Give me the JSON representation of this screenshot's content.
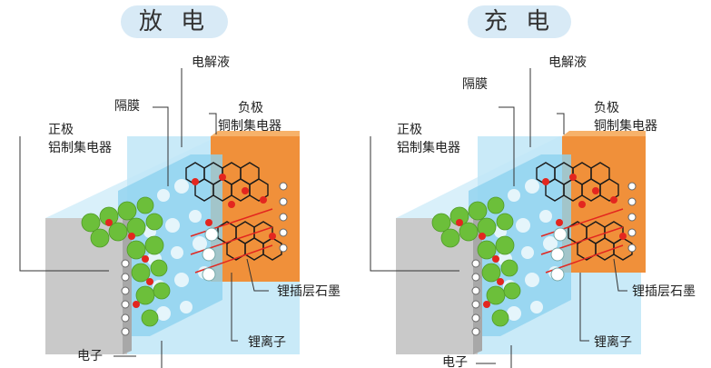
{
  "panels": [
    {
      "title": "放 电",
      "labels": {
        "electrolyte": "电解液",
        "separator": "隔膜",
        "negative_line1": "负极",
        "negative_line2": "铜制集电器",
        "positive_line1": "正极",
        "positive_line2": "铝制集电器",
        "graphite": "锂插层石墨",
        "lithium_ion": "锂离子",
        "electron": "电子"
      }
    },
    {
      "title": "充 电",
      "labels": {
        "electrolyte": "电解液",
        "separator": "隔膜",
        "negative_line1": "负极",
        "negative_line2": "铜制集电器",
        "positive_line1": "正极",
        "positive_line2": "铝制集电器",
        "graphite": "锂插层石墨",
        "lithium_ion": "锂离子",
        "electron": "电子"
      }
    }
  ],
  "colors": {
    "aluminum": "#c9c9c9",
    "copper": "#f0903a",
    "electrolyte": "#bfe6f7",
    "separator": "#8fd2ef",
    "cathode_particle": "#6cbf3a",
    "lithium_ion": "#e3261f",
    "graphite": "#1a1a1a",
    "title_bg": "#d8eaf6"
  },
  "icons": {
    "electron": "electron-icon",
    "lithium": "lithium-ion-icon"
  }
}
